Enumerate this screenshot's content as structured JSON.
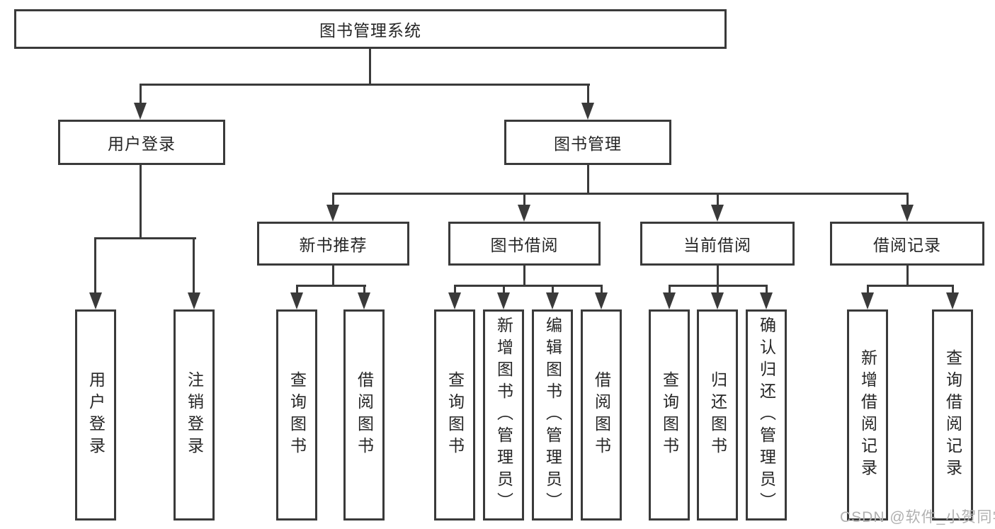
{
  "tree": {
    "root": "图书管理系统",
    "level1": [
      {
        "id": "user-login",
        "label": "用户登录",
        "leaves": [
          "用户登录",
          "注销登录"
        ]
      },
      {
        "id": "book-management",
        "label": "图书管理",
        "children": [
          {
            "id": "new-book-recommend",
            "label": "新书推荐",
            "leaves": [
              "查询图书",
              "借阅图书"
            ]
          },
          {
            "id": "book-borrow",
            "label": "图书借阅",
            "leaves": [
              "查询图书",
              "新增图书（管理员）",
              "编辑图书（管理员）",
              "借阅图书"
            ]
          },
          {
            "id": "current-borrow",
            "label": "当前借阅",
            "leaves": [
              "查询图书",
              "归还图书",
              "确认归还（管理员）"
            ]
          },
          {
            "id": "borrow-record",
            "label": "借阅记录",
            "leaves": [
              "新增借阅记录",
              "查询借阅记录"
            ]
          }
        ]
      }
    ]
  },
  "watermark": {
    "text": "CSDN @软件_小贺同学"
  },
  "colors": {
    "line": "#3a3a3a",
    "text": "#262626",
    "box_background": "#ffffff",
    "page_background": "#ffffff",
    "watermark": "#b0b0b0"
  }
}
